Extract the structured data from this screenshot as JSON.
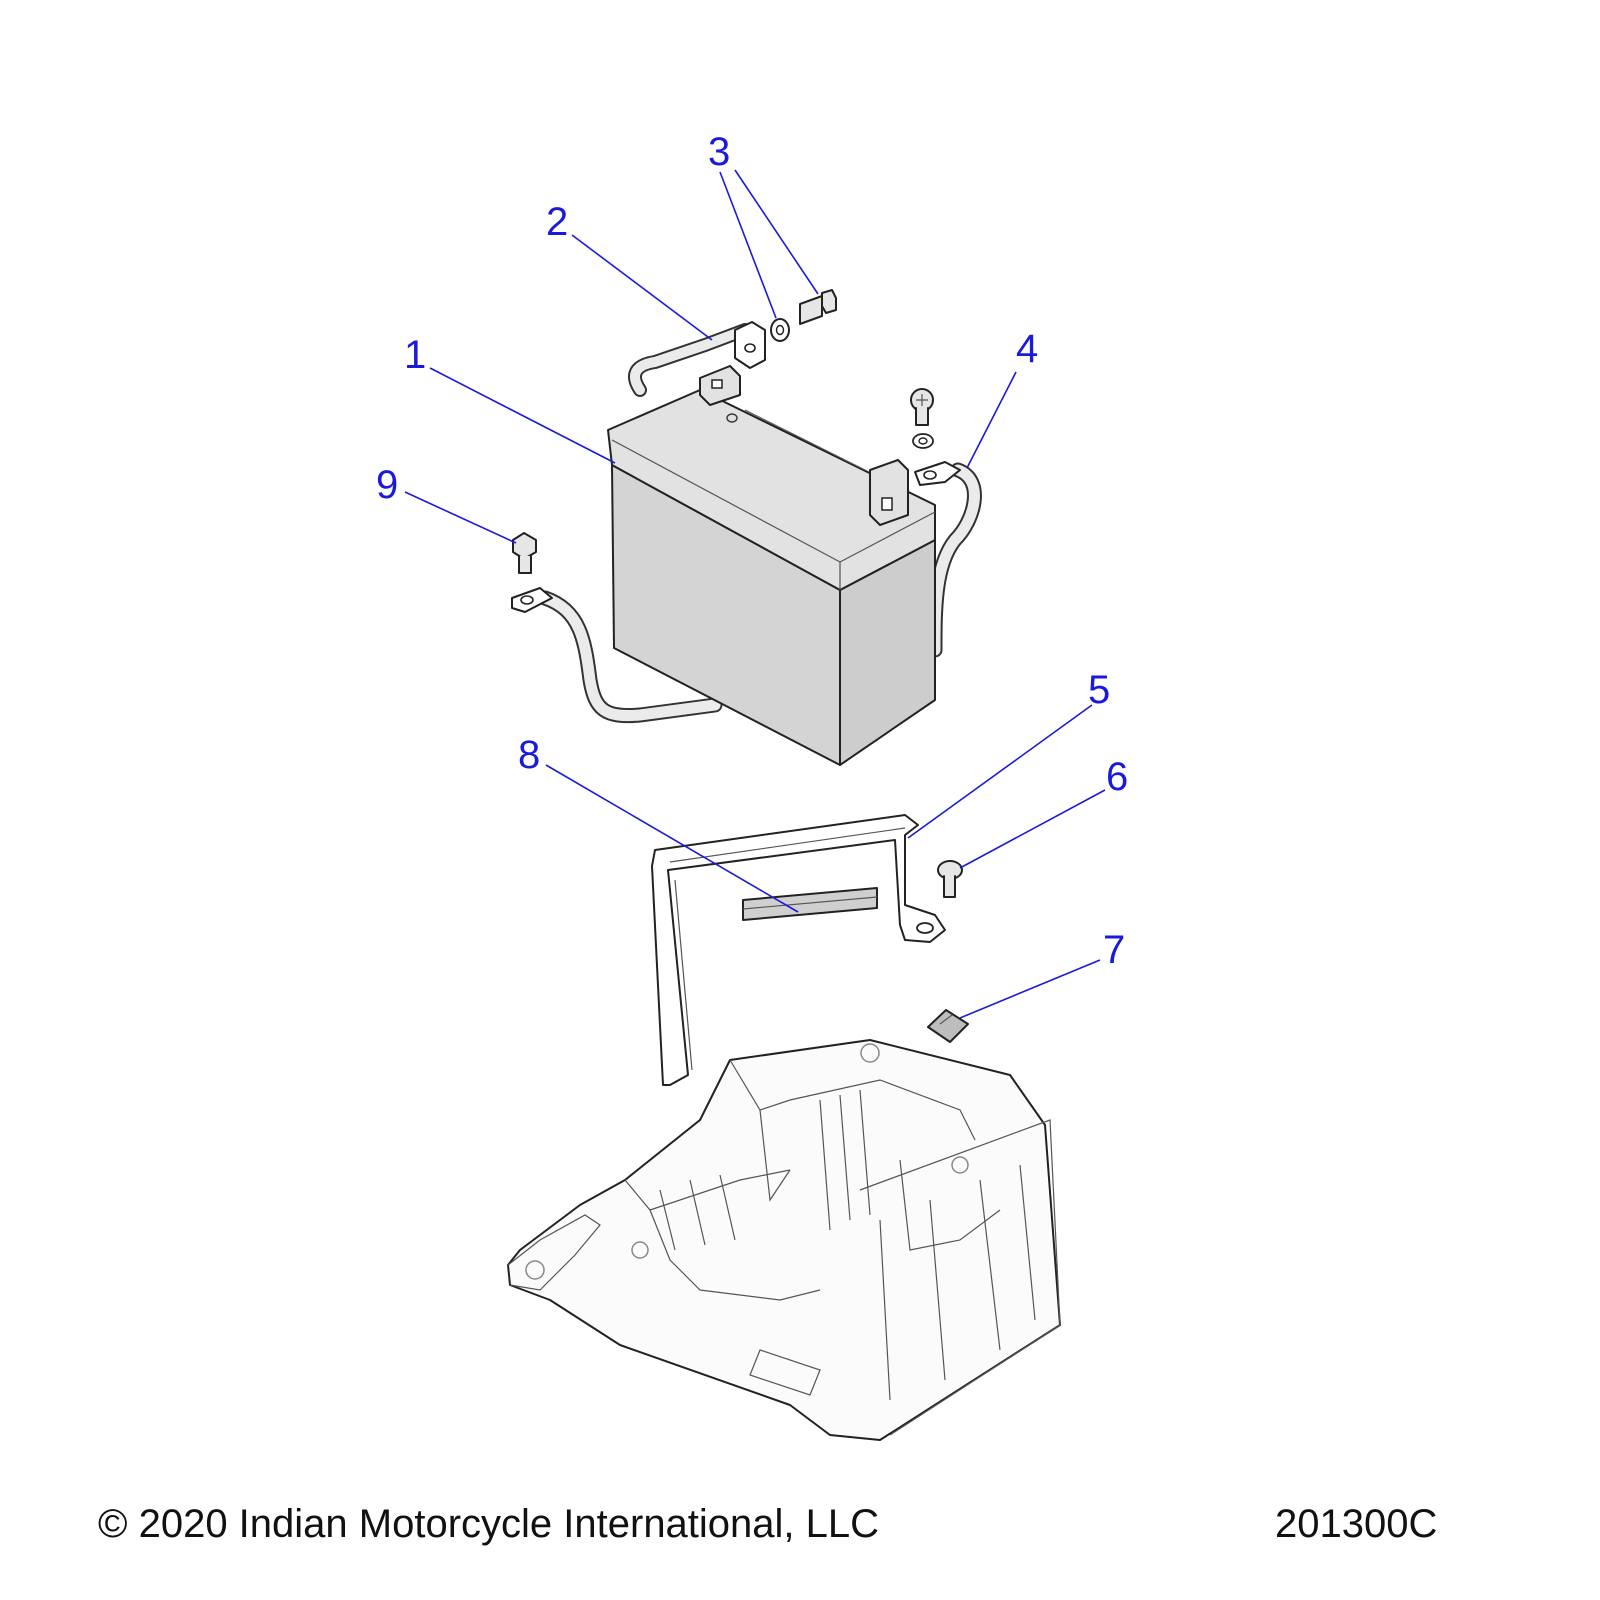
{
  "callouts": {
    "c1": "1",
    "c2": "2",
    "c3": "3",
    "c4": "4",
    "c5": "5",
    "c6": "6",
    "c7": "7",
    "c8": "8",
    "c9": "9"
  },
  "footer": {
    "copyright": "© 2020 Indian Motorcycle International, LLC",
    "drawing_number": "201300C"
  },
  "colors": {
    "callout": "#1a1adc",
    "battery_fill": "#d4d4d4",
    "line_art": "#222222"
  }
}
